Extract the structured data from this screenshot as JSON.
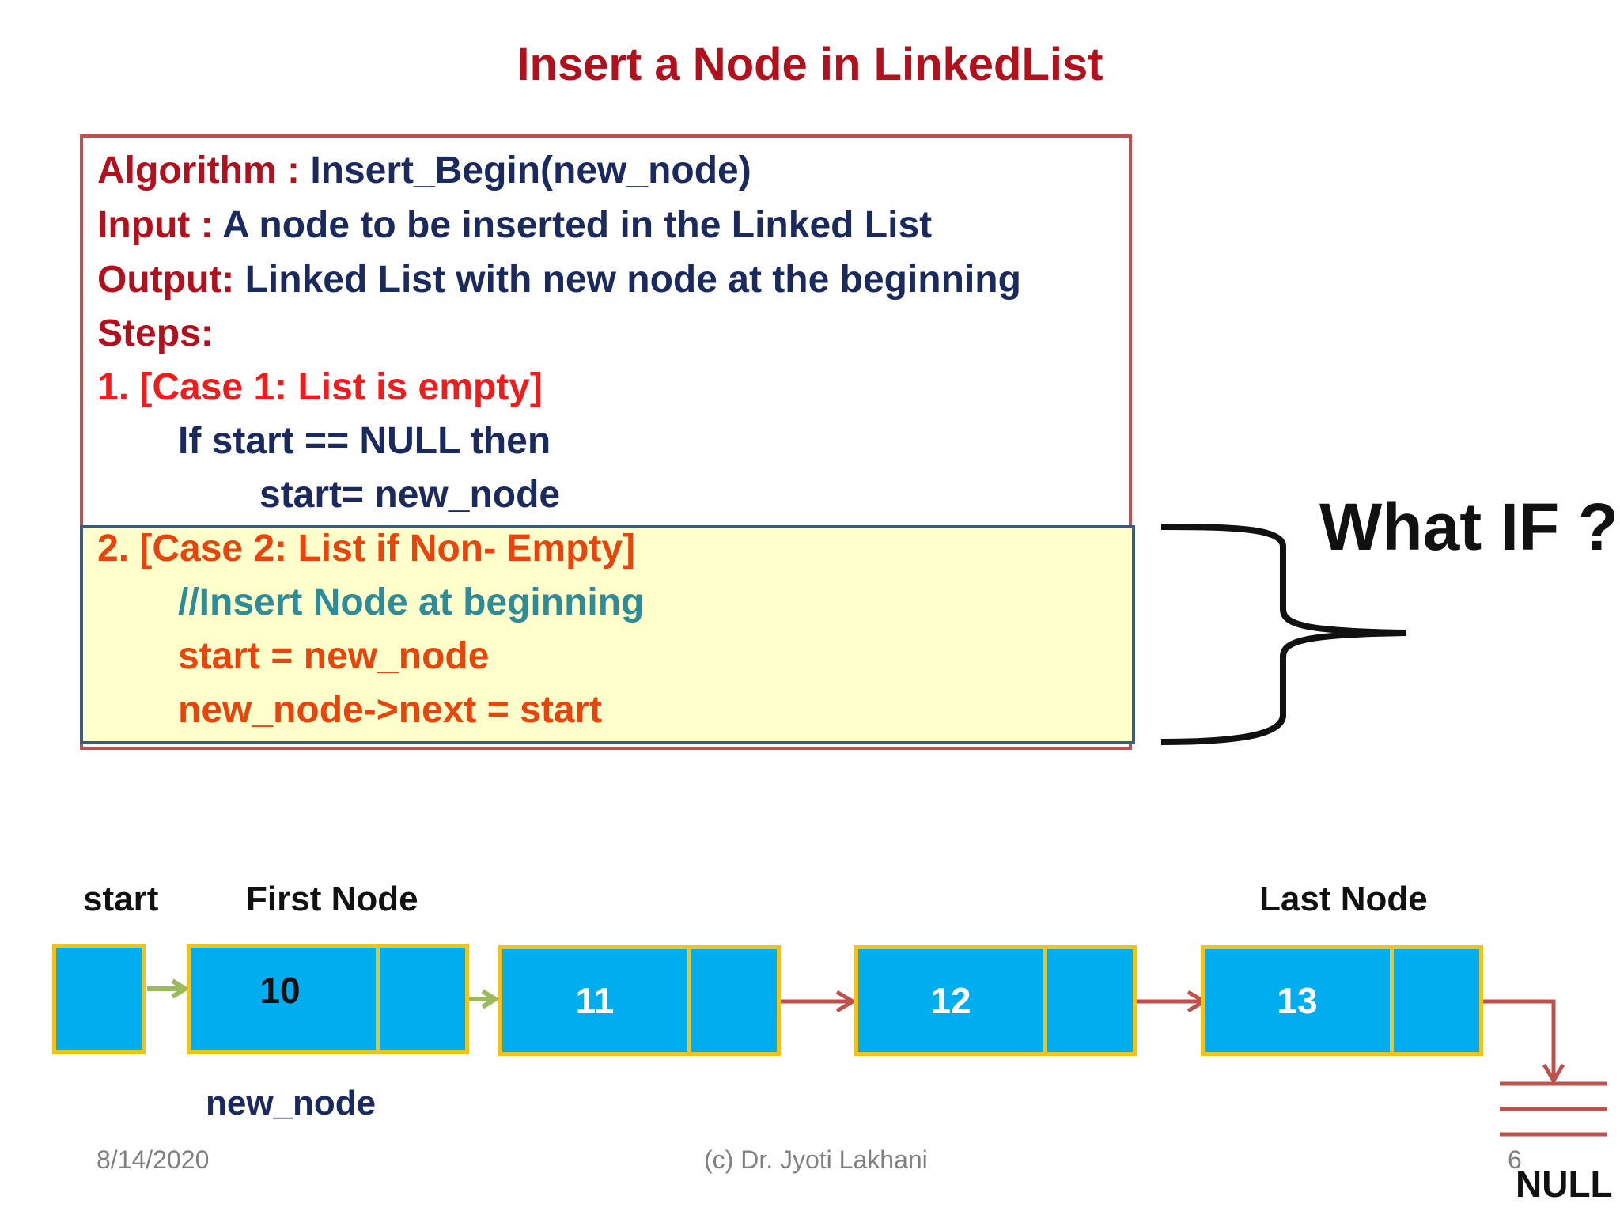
{
  "title": "Insert a Node in LinkedList",
  "algorithm": {
    "algo_label": "Algorithm :",
    "algo_name": "Insert_Begin(new_node)",
    "input_label": "Input :",
    "input_text": "A node to be inserted in the Linked List",
    "output_label": "Output:",
    "output_text": "Linked List with new node at the beginning",
    "steps_label": "Steps:",
    "case1_heading": "1. [Case 1: List is empty]",
    "case1_line1": "If start == NULL then",
    "case1_line2": "start= new_node",
    "case2_heading": "2. [Case 2: List if Non- Empty]",
    "case2_comment": "//Insert Node at beginning",
    "case2_line1": "start = new_node",
    "case2_line2": "new_node->next = start"
  },
  "what_if": "What IF ?",
  "diagram": {
    "start_label": "start",
    "first_node_label": "First Node",
    "last_node_label": "Last Node",
    "new_node_label": "new_node",
    "null_label": "NULL",
    "nodes": [
      "10",
      "11",
      "12",
      "13"
    ]
  },
  "colors": {
    "title_red": "#b3101e",
    "navy": "#1b2a5e",
    "bright_red": "#ee1c1c",
    "orange": "#e8440c",
    "teal": "#2e8c98",
    "node_fill": "#00aeef",
    "node_border": "#f2c21b",
    "arrow_red": "#c0504d",
    "arrow_green": "#9bbb59",
    "case2_fill": "#ffffcc"
  },
  "footer": {
    "date": "8/14/2020",
    "author": "(c) Dr. Jyoti Lakhani",
    "page": "6"
  }
}
